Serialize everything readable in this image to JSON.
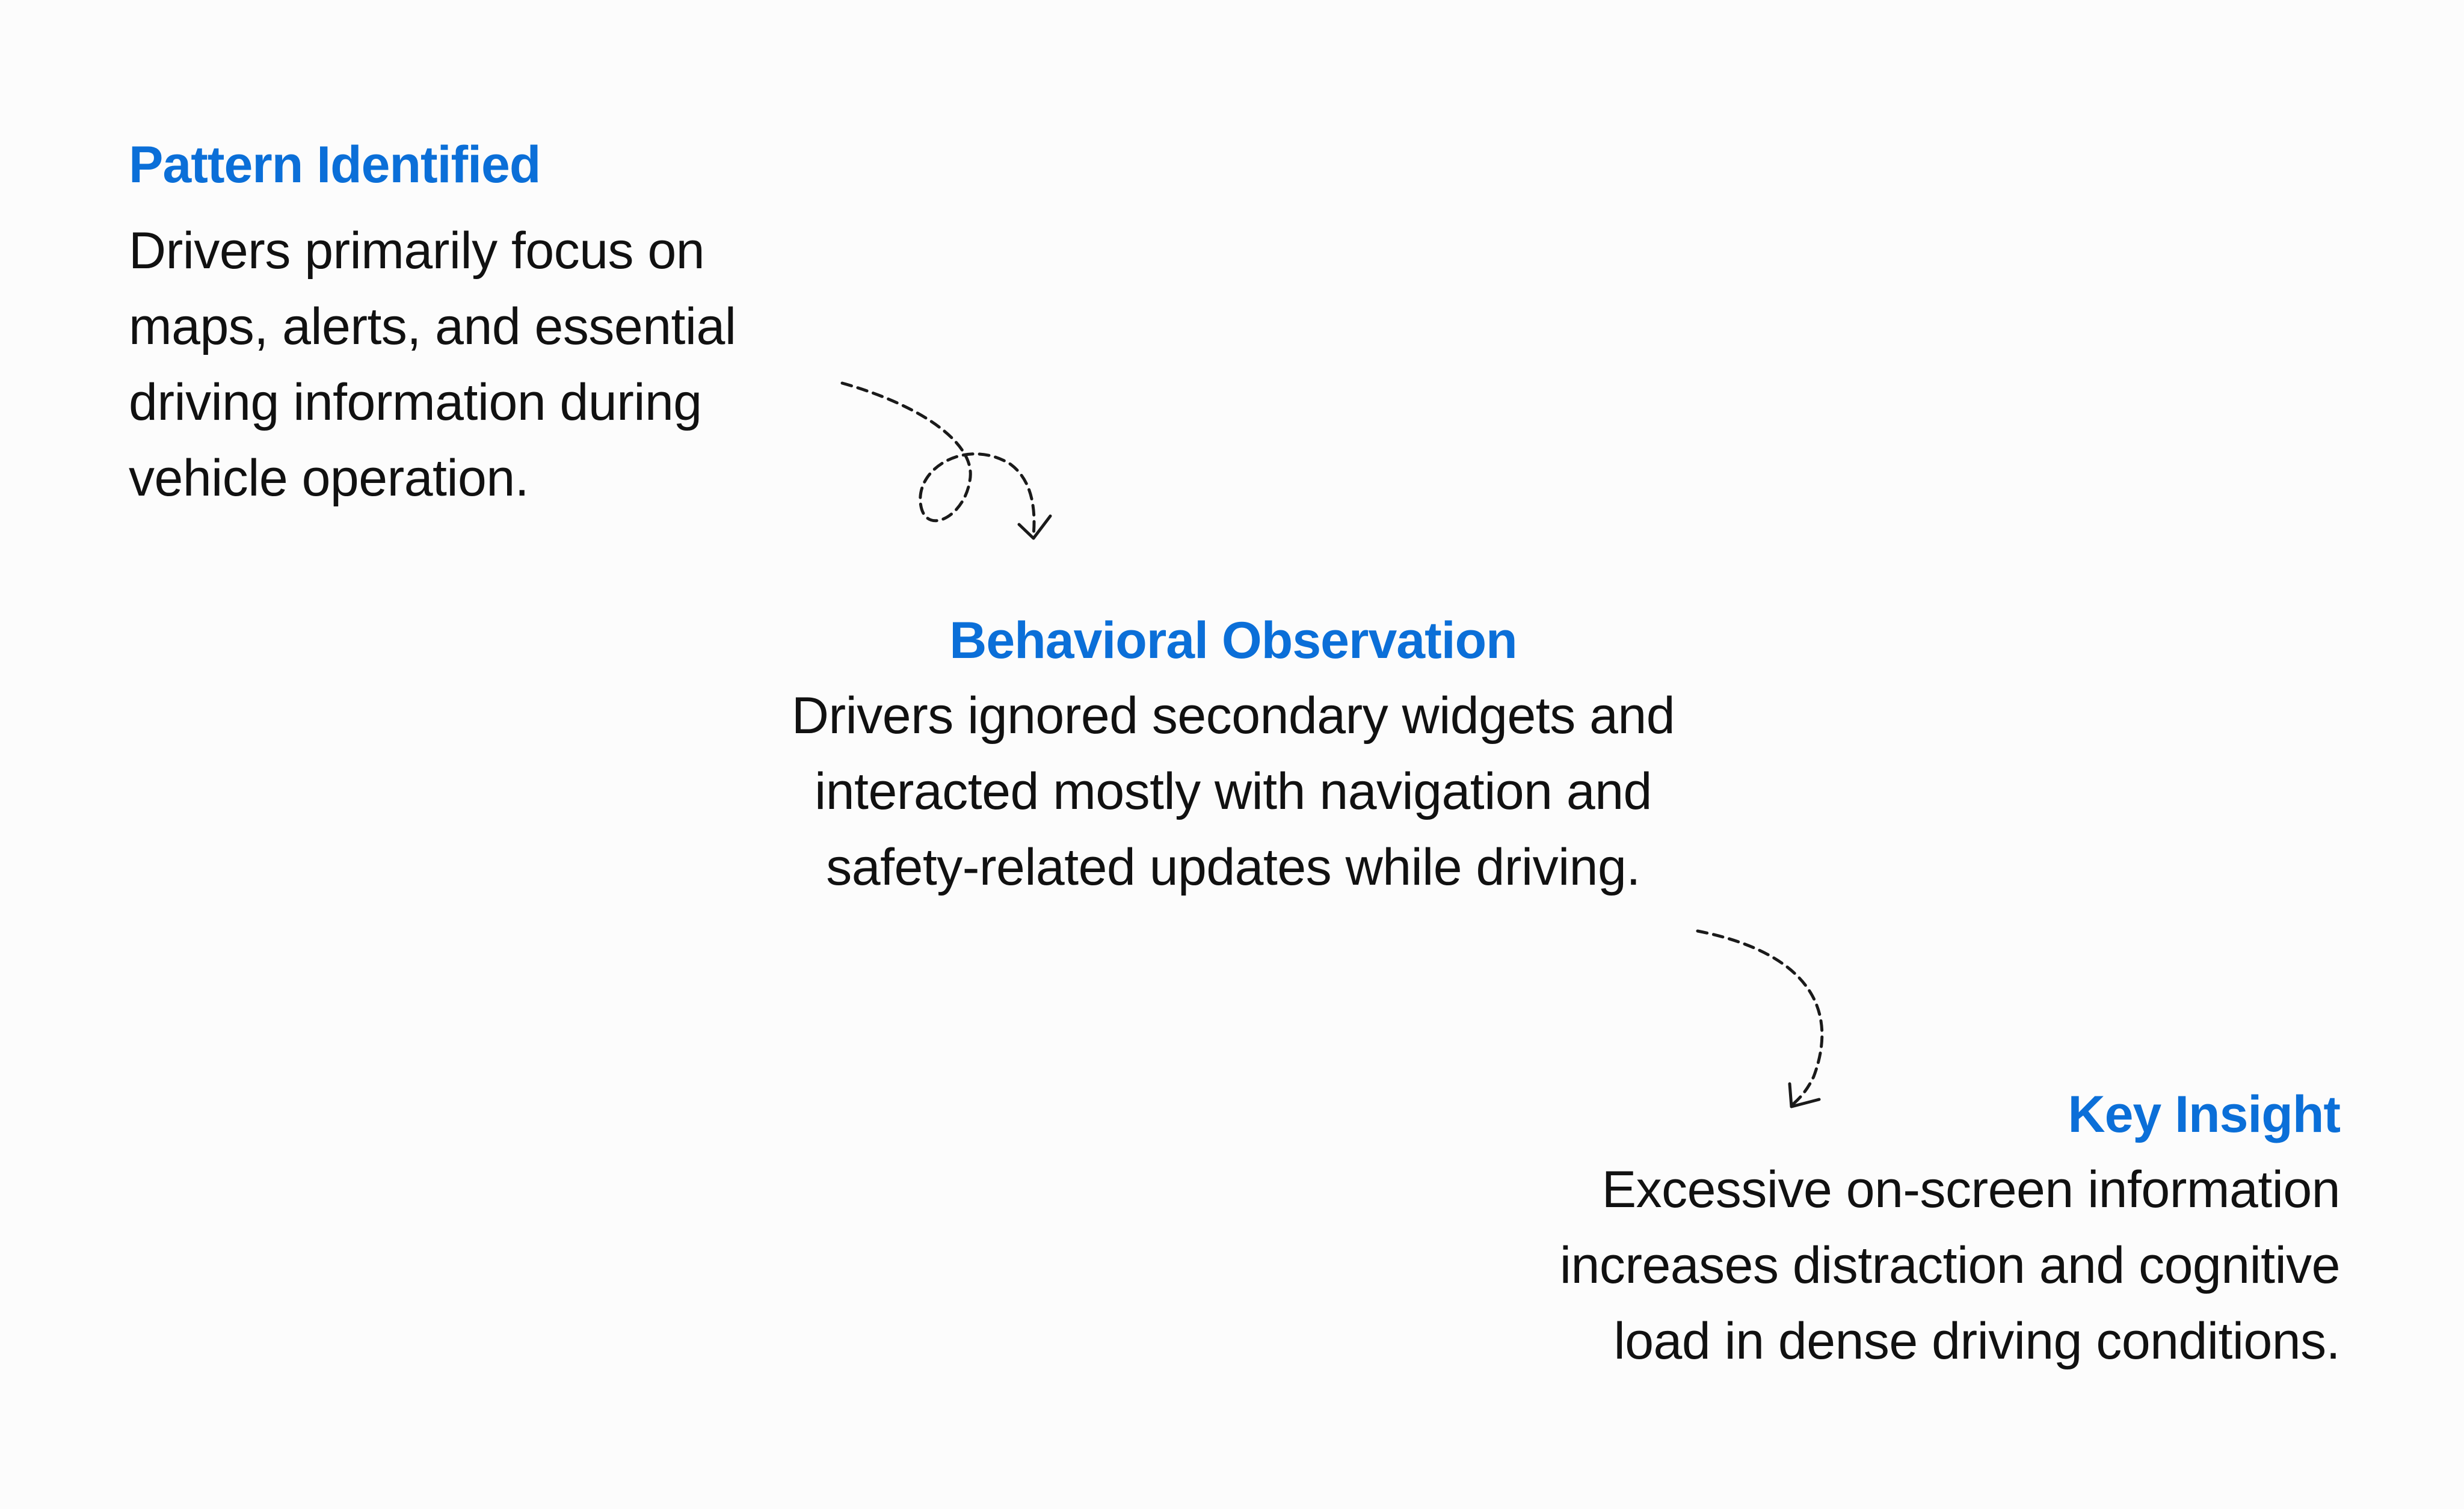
{
  "accent_color": "#0b6fd8",
  "text_color": "#111111",
  "steps": [
    {
      "heading": "Pattern Identified",
      "lines": [
        "Drivers primarily focus on",
        "maps, alerts, and essential",
        "driving information during",
        "vehicle operation."
      ]
    },
    {
      "heading": "Behavioral Observation",
      "lines": [
        "Drivers ignored secondary widgets and",
        "interacted mostly with navigation and",
        "safety-related updates while driving."
      ]
    },
    {
      "heading": "Key Insight",
      "lines": [
        "Excessive on-screen information",
        "increases distraction and cognitive",
        "load in dense driving conditions."
      ]
    }
  ],
  "connectors": [
    {
      "from": "Pattern Identified",
      "to": "Behavioral Observation",
      "style": "dashed-loop-arrow",
      "icon": "loop-arrow-icon"
    },
    {
      "from": "Behavioral Observation",
      "to": "Key Insight",
      "style": "dashed-curved-arrow",
      "icon": "curved-arrow-icon"
    }
  ]
}
